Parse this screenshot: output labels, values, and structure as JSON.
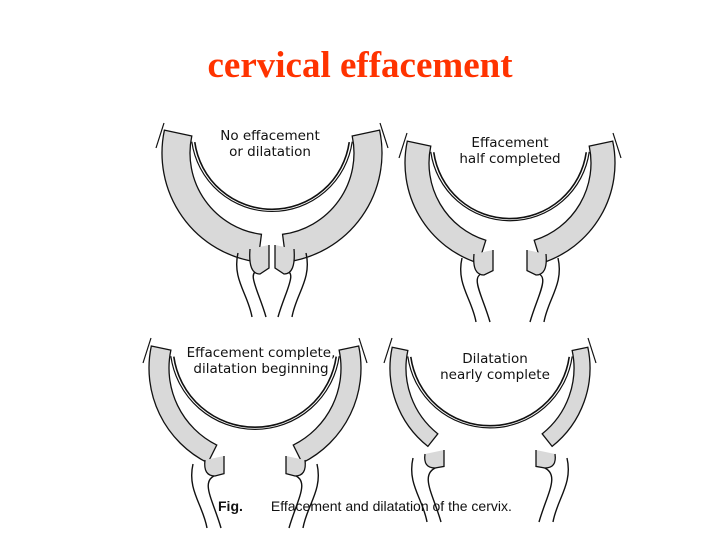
{
  "title": "cervical effacement",
  "panels": [
    {
      "label_line1": "No effacement",
      "label_line2": "or dilatation"
    },
    {
      "label_line1": "Effacement",
      "label_line2": "half completed"
    },
    {
      "label_line1": "Effacement complete,",
      "label_line2": "dilatation beginning"
    },
    {
      "label_line1": "Dilatation",
      "label_line2": "nearly complete"
    }
  ],
  "caption": {
    "prefix": "Fig.",
    "text": "Effacement and dilatation of the cervix."
  },
  "colors": {
    "title": "#ff3300",
    "stipple": "#d9d9d9",
    "line": "#111111"
  }
}
